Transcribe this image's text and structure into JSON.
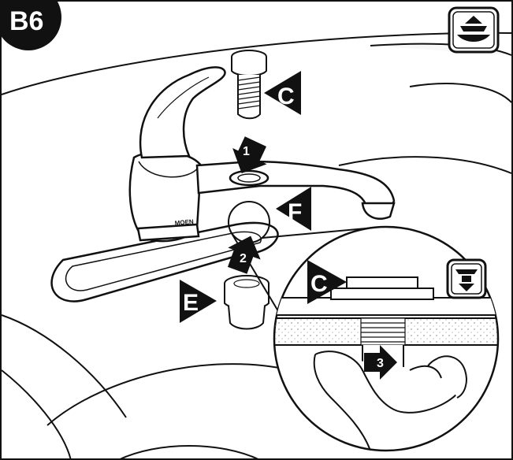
{
  "step": {
    "label": "B6"
  },
  "callouts": {
    "c_top": "C",
    "c_detail": "C",
    "e": "E",
    "f": "F"
  },
  "arrows": {
    "one": "1",
    "two": "2",
    "three": "3"
  },
  "brand": {
    "text": "MOEN"
  },
  "icons": {
    "above_deck": "above-deck-icon",
    "below_deck": "below-deck-icon"
  },
  "colors": {
    "ink": "#111111",
    "paper": "#ffffff",
    "sink_tint": "#f7f7f7",
    "counter": "#e9e9e9"
  }
}
